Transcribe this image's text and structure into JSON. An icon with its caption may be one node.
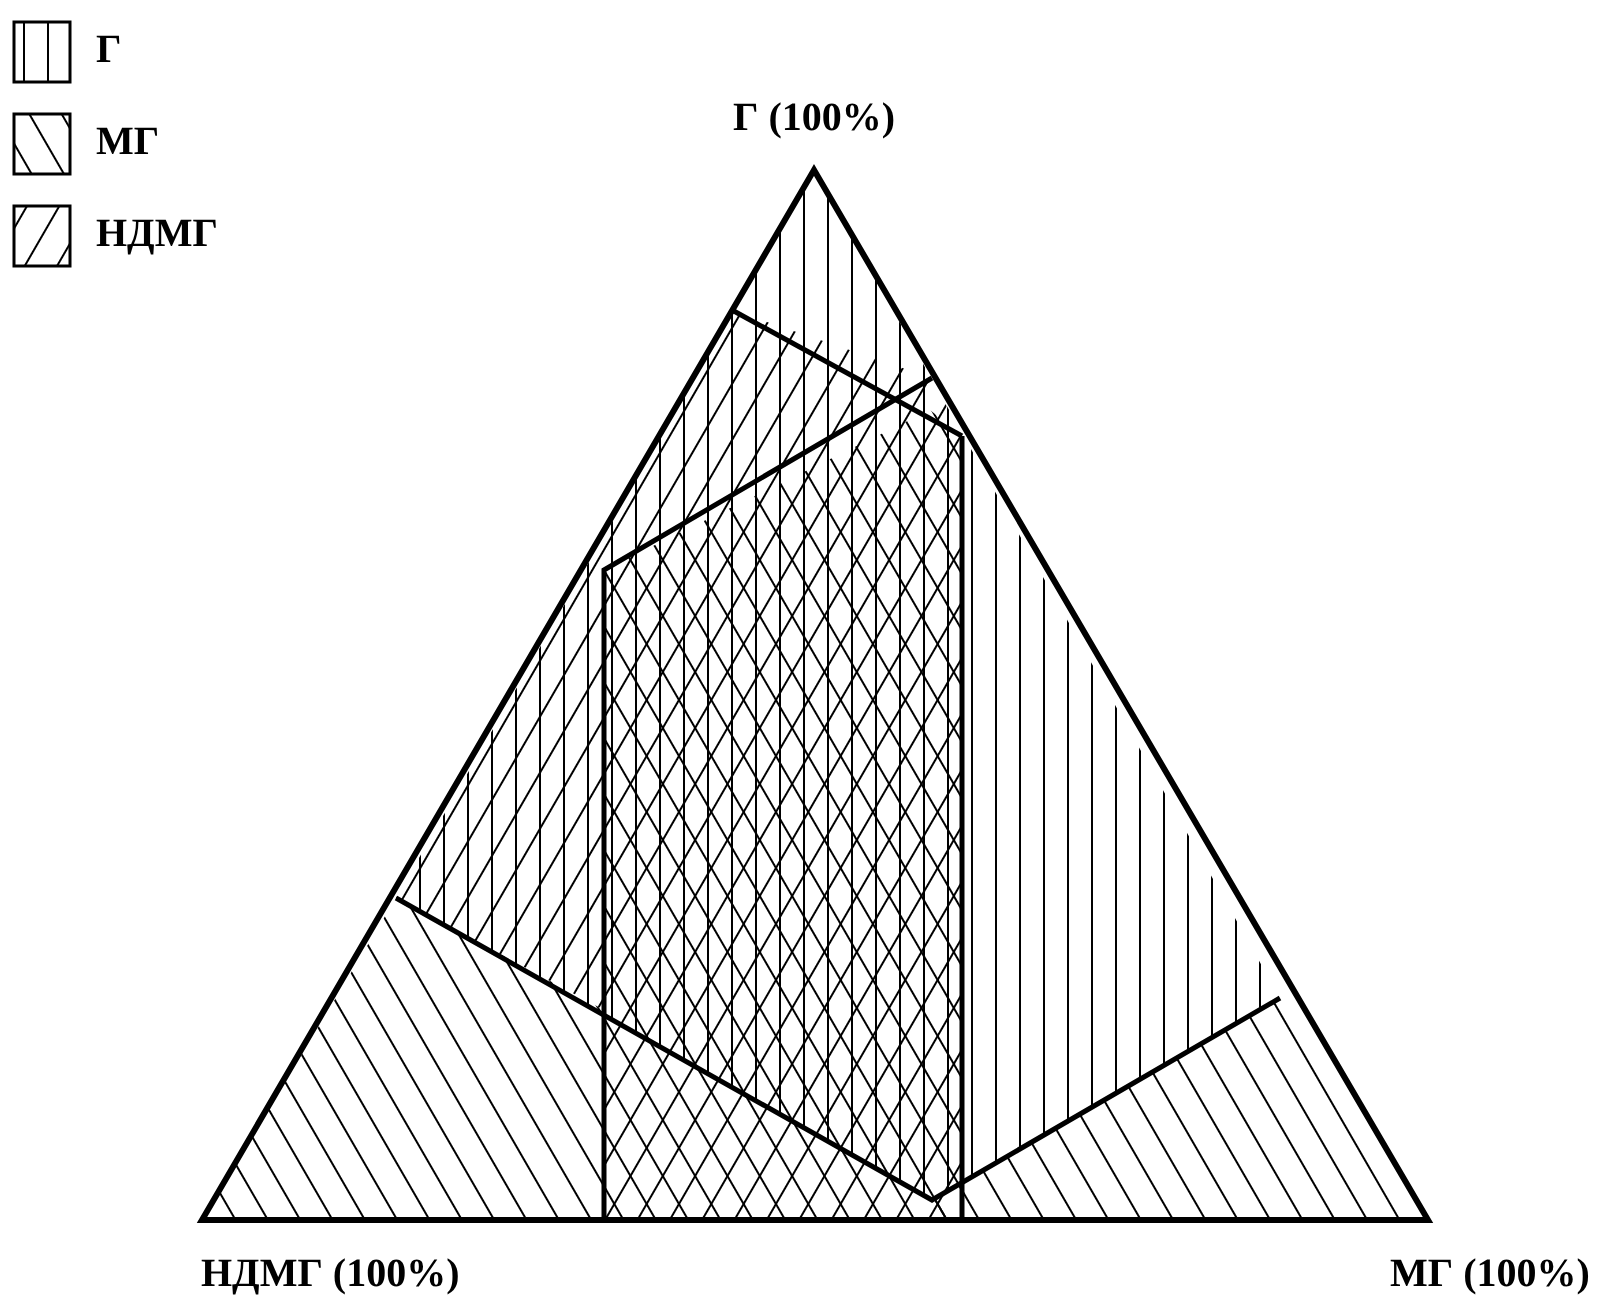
{
  "diagram": {
    "labels": [
      "Г (100%)",
      "НДМГ (100%)",
      "МГ (100%)"
    ],
    "legend": [
      {
        "text": "Г"
      },
      {
        "text": "МГ"
      },
      {
        "text": "НДМГ"
      }
    ]
  }
}
